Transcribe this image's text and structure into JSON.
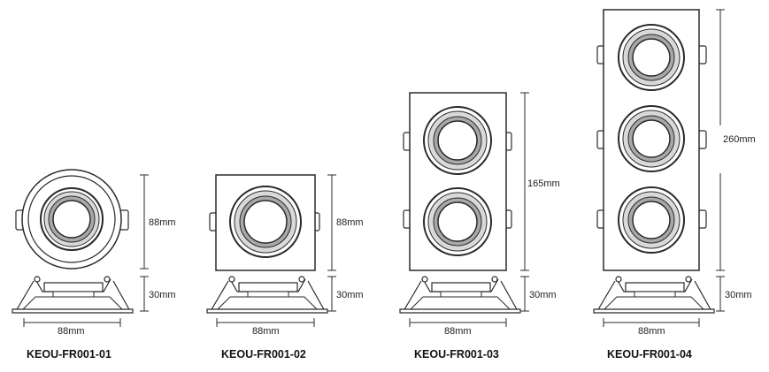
{
  "colors": {
    "line": "#2a2a2a",
    "ring_outer": "#d9d9d9",
    "ring_inner": "#a8a8a8",
    "background": "#ffffff"
  },
  "products": [
    {
      "model": "KEOU-FR001-01",
      "width_label": "88mm",
      "height_label": "88mm",
      "depth_label": "30mm",
      "shape": "round",
      "lights": 1
    },
    {
      "model": "KEOU-FR001-02",
      "width_label": "88mm",
      "height_label": "88mm",
      "depth_label": "30mm",
      "shape": "square",
      "lights": 1
    },
    {
      "model": "KEOU-FR001-03",
      "width_label": "88mm",
      "height_label": "165mm",
      "depth_label": "30mm",
      "shape": "rectangle",
      "lights": 2
    },
    {
      "model": "KEOU-FR001-04",
      "width_label": "88mm",
      "height_label": "260mm",
      "depth_label": "30mm",
      "shape": "rectangle",
      "lights": 3
    }
  ]
}
